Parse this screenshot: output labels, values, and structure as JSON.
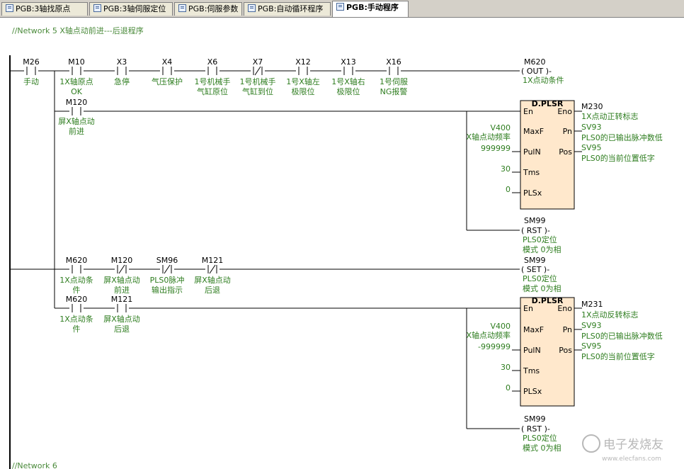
{
  "tabs": [
    {
      "label": "PGB:3轴找原点",
      "active": false
    },
    {
      "label": "PGB:3轴伺服定位",
      "active": false
    },
    {
      "label": "PGB:伺服参数",
      "active": false
    },
    {
      "label": "PGB:自动循环程序",
      "active": false
    },
    {
      "label": "PGB:手动程序",
      "active": true
    }
  ],
  "network5": {
    "title": "//Network 5  X轴点动前进---后退程序",
    "row1": {
      "contacts": [
        {
          "addr": "M26",
          "comment": [
            "手动"
          ],
          "type": "NO"
        },
        {
          "addr": "M10",
          "comment": [
            "1X轴原点",
            "OK"
          ],
          "type": "NO"
        },
        {
          "addr": "X3",
          "comment": [
            "急停"
          ],
          "type": "NO"
        },
        {
          "addr": "X4",
          "comment": [
            "气压保护"
          ],
          "type": "NO"
        },
        {
          "addr": "X6",
          "comment": [
            "1号机械手",
            "气缸原位"
          ],
          "type": "NO"
        },
        {
          "addr": "X7",
          "comment": [
            "1号机械手",
            "气缸到位"
          ],
          "type": "NC"
        },
        {
          "addr": "X12",
          "comment": [
            "1号X轴左",
            "极限位"
          ],
          "type": "NO"
        },
        {
          "addr": "X13",
          "comment": [
            "1号X轴右",
            "极限位"
          ],
          "type": "NO"
        },
        {
          "addr": "X16",
          "comment": [
            "1号伺服",
            "NG报警"
          ],
          "type": "NO"
        }
      ],
      "coil": {
        "addr": "M620",
        "instr": "( OUT )-",
        "comment": "1X点动条件"
      }
    },
    "row2": {
      "contact": {
        "addr": "M120",
        "comment": [
          "屏X轴点动",
          "前进"
        ],
        "type": "NO"
      }
    },
    "block1": {
      "name": "D.PLSR",
      "en": "En",
      "eno": "Eno",
      "pins_left": [
        "MaxF",
        "PulN",
        "Tms",
        "PLSx"
      ],
      "pins_right": [
        "Pn",
        "Pos"
      ],
      "maxf_addr": "V400",
      "maxf_comment": "X轴点动频率",
      "puln": "999999",
      "tms": "30",
      "plsx": "0",
      "eno_addr": "M230",
      "eno_comment": "1X点动正转标志",
      "pn_addr": "SV93",
      "pn_comment": "PLS0的已输出脉冲数低",
      "pos_addr": "SV95",
      "pos_comment": "PLS0的当前位置低字"
    },
    "rst1": {
      "addr": "SM99",
      "instr": "( RST )-",
      "comment": [
        "PLS0定位",
        "模式 0为相"
      ]
    },
    "row3": {
      "contacts": [
        {
          "addr": "M620",
          "comment": [
            "1X点动条",
            "件"
          ],
          "type": "NO"
        },
        {
          "addr": "M120",
          "comment": [
            "屏X轴点动",
            "前进"
          ],
          "type": "NC"
        },
        {
          "addr": "SM96",
          "comment": [
            "PLS0脉冲",
            "输出指示"
          ],
          "type": "NC"
        },
        {
          "addr": "M121",
          "comment": [
            "屏X轴点动",
            "后退"
          ],
          "type": "NC"
        }
      ],
      "coil": {
        "addr": "SM99",
        "instr": "( SET )-",
        "comment": [
          "PLS0定位",
          "模式 0为相"
        ]
      }
    },
    "row4": {
      "contacts": [
        {
          "addr": "M620",
          "comment": [
            "1X点动条",
            "件"
          ],
          "type": "NO"
        },
        {
          "addr": "M121",
          "comment": [
            "屏X轴点动",
            "后退"
          ],
          "type": "NO"
        }
      ]
    },
    "block2": {
      "name": "D.PLSR",
      "en": "En",
      "eno": "Eno",
      "pins_left": [
        "MaxF",
        "PulN",
        "Tms",
        "PLSx"
      ],
      "pins_right": [
        "Pn",
        "Pos"
      ],
      "maxf_addr": "V400",
      "maxf_comment": "X轴点动频率",
      "puln": "-999999",
      "tms": "30",
      "plsx": "0",
      "eno_addr": "M231",
      "eno_comment": "1X点动反转标志",
      "pn_addr": "SV93",
      "pn_comment": "PLS0的已输出脉冲数低",
      "pos_addr": "SV95",
      "pos_comment": "PLS0的当前位置低字"
    },
    "rst2": {
      "addr": "SM99",
      "instr": "( RST )-",
      "comment": [
        "PLS0定位",
        "模式 0为相"
      ]
    }
  },
  "network6": {
    "title": "//Network 6"
  },
  "watermark": {
    "text": "电子发烧友",
    "url": "www.elecfans.com"
  }
}
